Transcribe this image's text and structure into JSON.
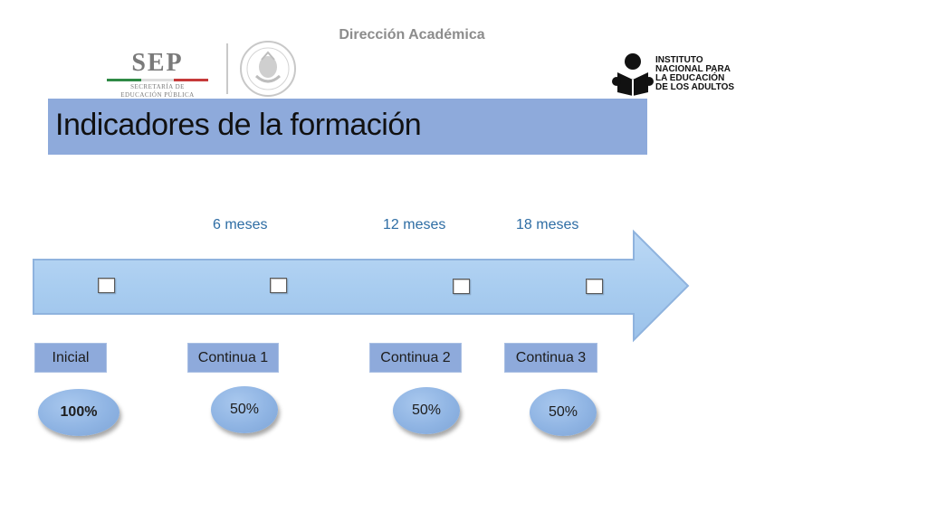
{
  "header": {
    "department": "Dirección Académica",
    "sep_logo": {
      "acronym": "SEP",
      "subtitle_line1": "SECRETARÍA DE",
      "subtitle_line2": "EDUCACIÓN PÚBLICA"
    },
    "seal_icon": "mexican-coat-of-arms-seal",
    "inea_logo": {
      "line1": "INSTITUTO",
      "line2": "NACIONAL PARA",
      "line3": "LA EDUCACIÓN",
      "line4": "DE LOS ADULTOS"
    }
  },
  "title": "Indicadores de la formación",
  "timeline": {
    "months": [
      "6 meses",
      "12 meses",
      "18 meses"
    ],
    "stages": [
      "Inicial",
      "Continua 1",
      "Continua 2",
      "Continua 3"
    ],
    "percentages": [
      "100%",
      "50%",
      "50%",
      "50%"
    ],
    "colors": {
      "arrow": "#a9cdf0",
      "stage_fill": "#8eaadb",
      "month_text": "#2e6da4"
    }
  }
}
